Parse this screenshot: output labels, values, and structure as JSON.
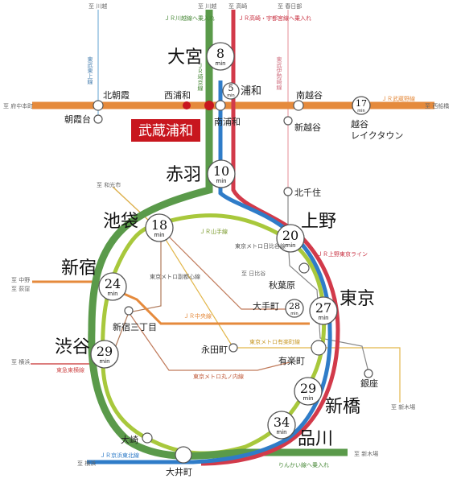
{
  "colors": {
    "jr_green": "#5a9a4a",
    "yamanote": "#a8c83c",
    "blue": "#2f7cc8",
    "red": "#d23a4a",
    "orange": "#e58a3c",
    "brown": "#b07a5a",
    "yellow": "#e2b64a",
    "pink": "#e8a0a8",
    "gray": "#666666",
    "highlight_bg": "#c8161e"
  },
  "highlight": {
    "label": "武蔵浦和"
  },
  "dest": {
    "kawagoe1": "至 川越",
    "kawagoe2": "至 川越",
    "takasaki": "至 高崎",
    "kasukabe": "至 春日部",
    "fuchu": "至 府中本町",
    "nishifunabashi": "至 西船橋",
    "wakoshi": "至 和光市",
    "hibiya": "至 日比谷",
    "nakano": "至 中野",
    "ogikubo": "至 荻窪",
    "yokohama1": "至 横浜",
    "shinkiba1": "至 新木場",
    "yokohama2": "至 横浜",
    "shinkiba2": "至 新木場"
  },
  "rails": {
    "kawagoe_direct": "ＪＲ川越線へ乗入れ",
    "takasaki_direct": "ＪＲ高崎・宇都宮線へ乗入れ",
    "tojo": "東武東上線",
    "isesaki": "東武伊勢崎線",
    "saikyo": "ＪＲ埼京線",
    "musashino": "ＪＲ武蔵野線",
    "yamanote": "ＪＲ山手線",
    "fukutoshin": "東京メトロ副都心線",
    "hibiya": "東京メトロ日比谷線",
    "ueno_tokyo": "ＪＲ上野東京ライン",
    "chuo": "ＪＲ中央線",
    "yurakucho": "東京メトロ有楽町線",
    "marunouchi": "東京メトロ丸ノ内線",
    "toyoko": "東急東横線",
    "keihin": "ＪＲ京浜東北線",
    "rinkai": "りんかい線へ乗入れ"
  },
  "stations": {
    "omiya": "大宮",
    "urawa": "浦和",
    "minami_urawa": "南浦和",
    "nishi_urawa": "西浦和",
    "kita_asaka": "北朝霞",
    "asakadai": "朝霞台",
    "minami_koshigaya": "南越谷",
    "shin_koshigaya": "新越谷",
    "koshigaya": "越谷",
    "koshigaya2": "レイクタウン",
    "akabane": "赤羽",
    "kita_senju": "北千住",
    "ueno": "上野",
    "ikebukuro": "池袋",
    "shinjuku": "新宿",
    "shinjuku_sanchome": "新宿三丁目",
    "shibuya": "渋谷",
    "akihabara": "秋葉原",
    "otemachi": "大手町",
    "tokyo": "東京",
    "nagatacho": "永田町",
    "yurakucho": "有楽町",
    "ginza": "銀座",
    "shinbashi": "新橋",
    "shinagawa": "品川",
    "osaki": "大崎",
    "oimachi": "大井町"
  },
  "times": {
    "omiya": "8",
    "urawa": "5",
    "koshigaya": "17",
    "akabane": "10",
    "ueno": "20",
    "ikebukuro": "18",
    "shinjuku": "24",
    "otemachi": "28",
    "tokyo": "27",
    "shibuya": "29",
    "shinbashi": "29",
    "shinagawa": "34",
    "unit": "min"
  }
}
